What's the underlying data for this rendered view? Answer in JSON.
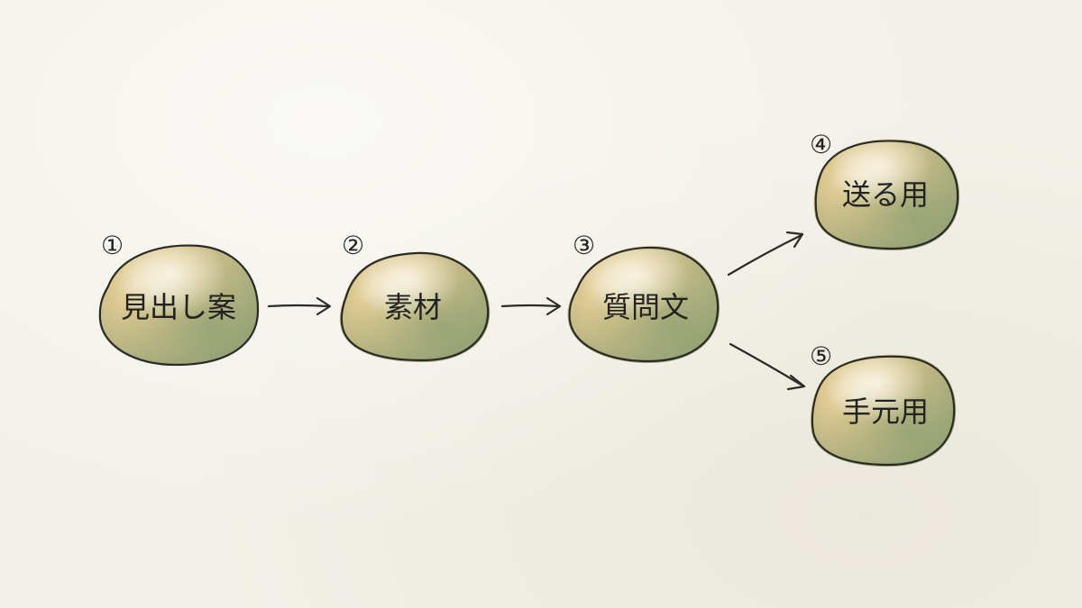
{
  "colors": {
    "background": "#f2f0e8",
    "stone_ochre": "#d6bf82",
    "stone_green": "#9fa97a",
    "ink": "#2a2a26"
  },
  "nodes": [
    {
      "number": "①",
      "label": "見出し案"
    },
    {
      "number": "②",
      "label": "素材"
    },
    {
      "number": "③",
      "label": "質問文"
    },
    {
      "number": "④",
      "label": "送る用"
    },
    {
      "number": "⑤",
      "label": "手元用"
    }
  ],
  "edges": [
    {
      "from": "見出し案",
      "to": "素材"
    },
    {
      "from": "素材",
      "to": "質問文"
    },
    {
      "from": "質問文",
      "to": "送る用"
    },
    {
      "from": "質問文",
      "to": "手元用"
    }
  ]
}
